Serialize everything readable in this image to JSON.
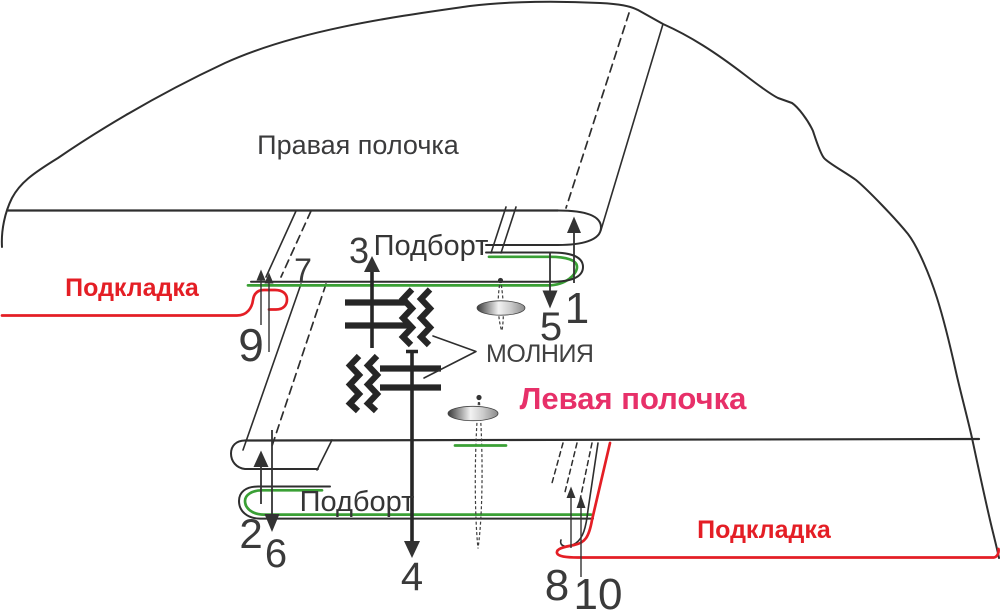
{
  "colors": {
    "line": "#2e2e2e",
    "green": "#3aa035",
    "red": "#e41e25",
    "pink": "#e73069",
    "ink": "#3b3b3c",
    "zip": "#262626"
  },
  "labels": {
    "right_front": "Правая полочка",
    "left_front": "Левая полочка",
    "facing_top": "Подборт",
    "facing_bottom": "Подборт",
    "lining_left": "Подкладка",
    "lining_right": "Подкладка",
    "zipper": "МОЛНИЯ"
  },
  "step_numbers": {
    "n1": "1",
    "n2": "2",
    "n3": "3",
    "n4": "4",
    "n5": "5",
    "n6": "6",
    "n7": "7",
    "n8": "8",
    "n9": "9",
    "n10": "10"
  }
}
